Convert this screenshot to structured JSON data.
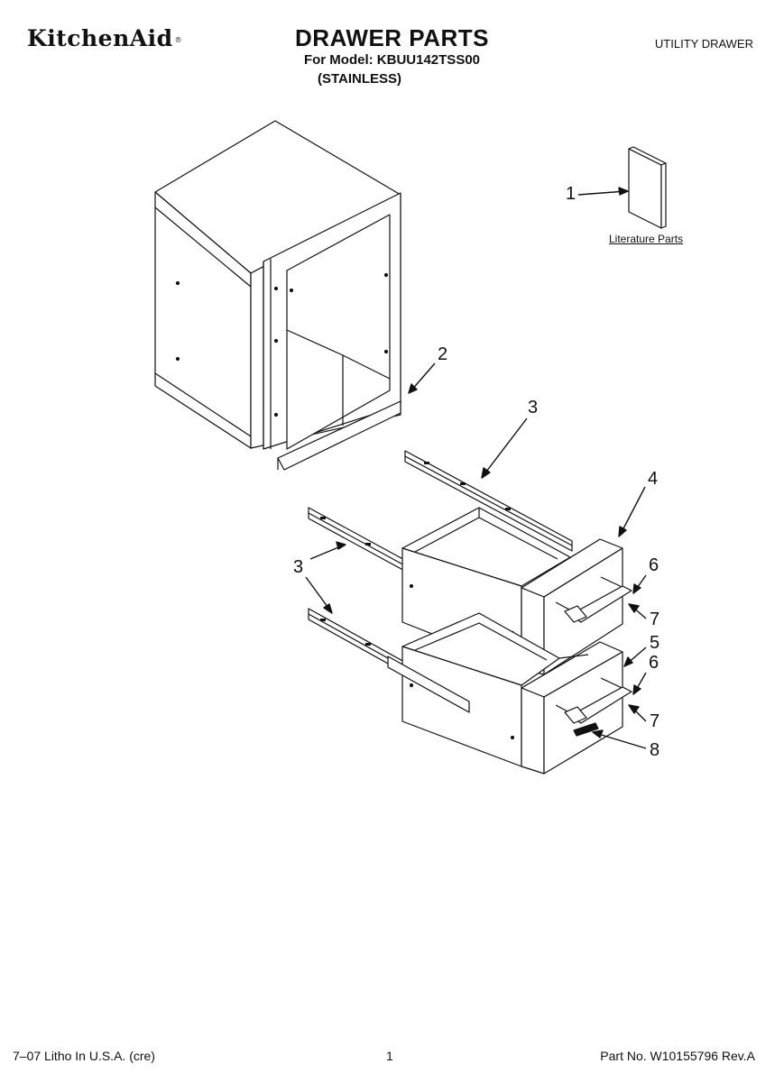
{
  "header": {
    "brand": "KitchenAid",
    "brand_mark": "®",
    "title": "DRAWER PARTS",
    "subtitle": "For Model: KBUU142TSS00",
    "variant": "(STAINLESS)",
    "section": "UTILITY DRAWER"
  },
  "literature": {
    "label": "Literature Parts",
    "icon": "manual-icon"
  },
  "callouts": [
    "1",
    "2",
    "3",
    "3",
    "4",
    "5",
    "6",
    "6",
    "7",
    "7",
    "8"
  ],
  "footer": {
    "print_info": "7–07 Litho In U.S.A. (cre)",
    "page": "1",
    "part_number": "Part No. W10155796 Rev.A"
  }
}
